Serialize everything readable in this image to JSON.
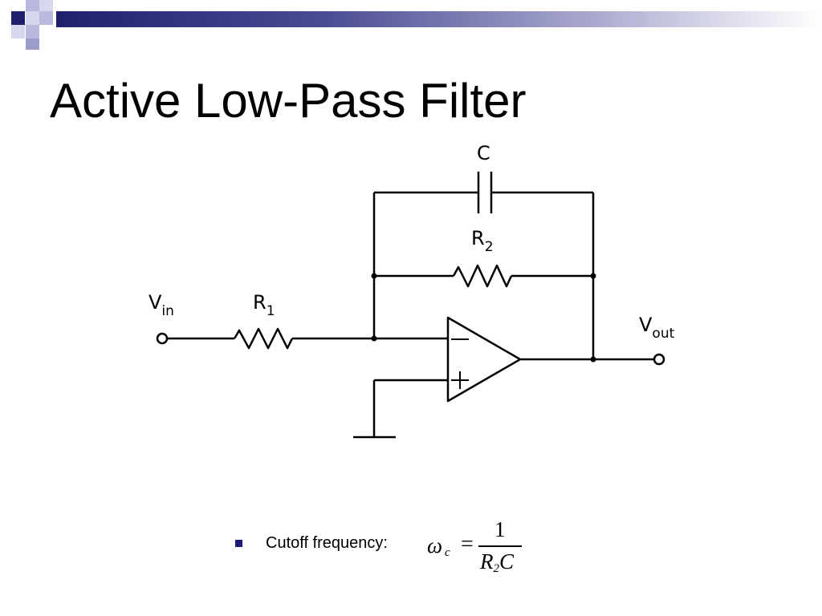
{
  "slide": {
    "title": "Active Low-Pass Filter",
    "colors": {
      "accent_dark": "#1f1f6e",
      "accent_mid": "#4b4b93",
      "accent_light": "#a9a9cf",
      "bullet": "#1a1a7a"
    }
  },
  "circuit": {
    "labels": {
      "capacitor": "C",
      "r2_main": "R",
      "r2_sub": "2",
      "r1_main": "R",
      "r1_sub": "1",
      "vin_main": "V",
      "vin_sub": "in",
      "vout_main": "V",
      "vout_sub": "out",
      "minus": "−",
      "plus": "+"
    }
  },
  "formula": {
    "bullet_label": "Cutoff frequency:",
    "omega": "ω",
    "omega_sub": "c",
    "equals": "=",
    "numerator": "1",
    "den_r": "R",
    "den_sub": "2",
    "den_c": "C"
  }
}
